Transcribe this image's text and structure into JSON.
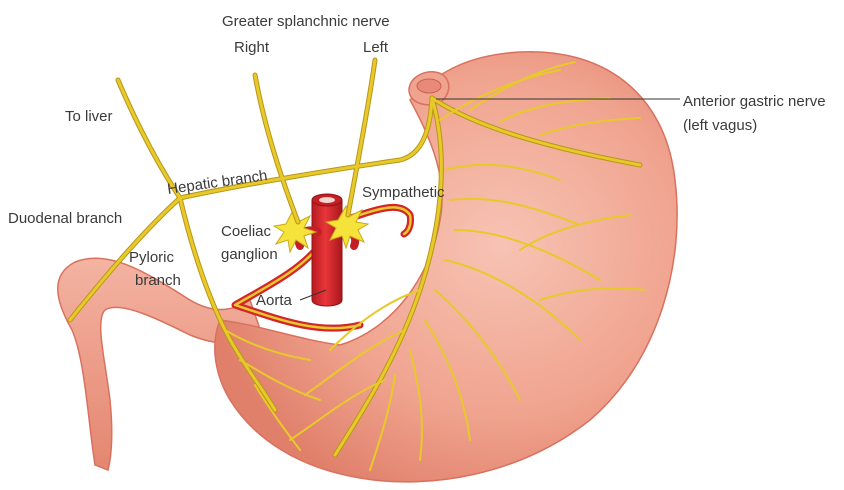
{
  "labels": {
    "greater_splanchnic": "Greater splanchnic nerve",
    "right": "Right",
    "left": "Left",
    "to_liver": "To liver",
    "anterior_gastric_1": "Anterior gastric nerve",
    "anterior_gastric_2": "(left vagus)",
    "hepatic_branch": "Hepatic branch",
    "sympathetic": "Sympathetic",
    "duodenal_branch": "Duodenal branch",
    "coeliac_1": "Coeliac",
    "coeliac_2": "ganglion",
    "pyloric_1": "Pyloric",
    "pyloric_2": "branch",
    "aorta": "Aorta"
  },
  "colors": {
    "stomach": "#f2a995",
    "stomach_edge": "#d9715f",
    "nerve": "#e8c92a",
    "nerve_edge": "#b8961a",
    "artery": "#d3252a",
    "artery_highlight": "#f05a5a",
    "label_text": "#3a3a3a",
    "leader_line": "#333333"
  }
}
